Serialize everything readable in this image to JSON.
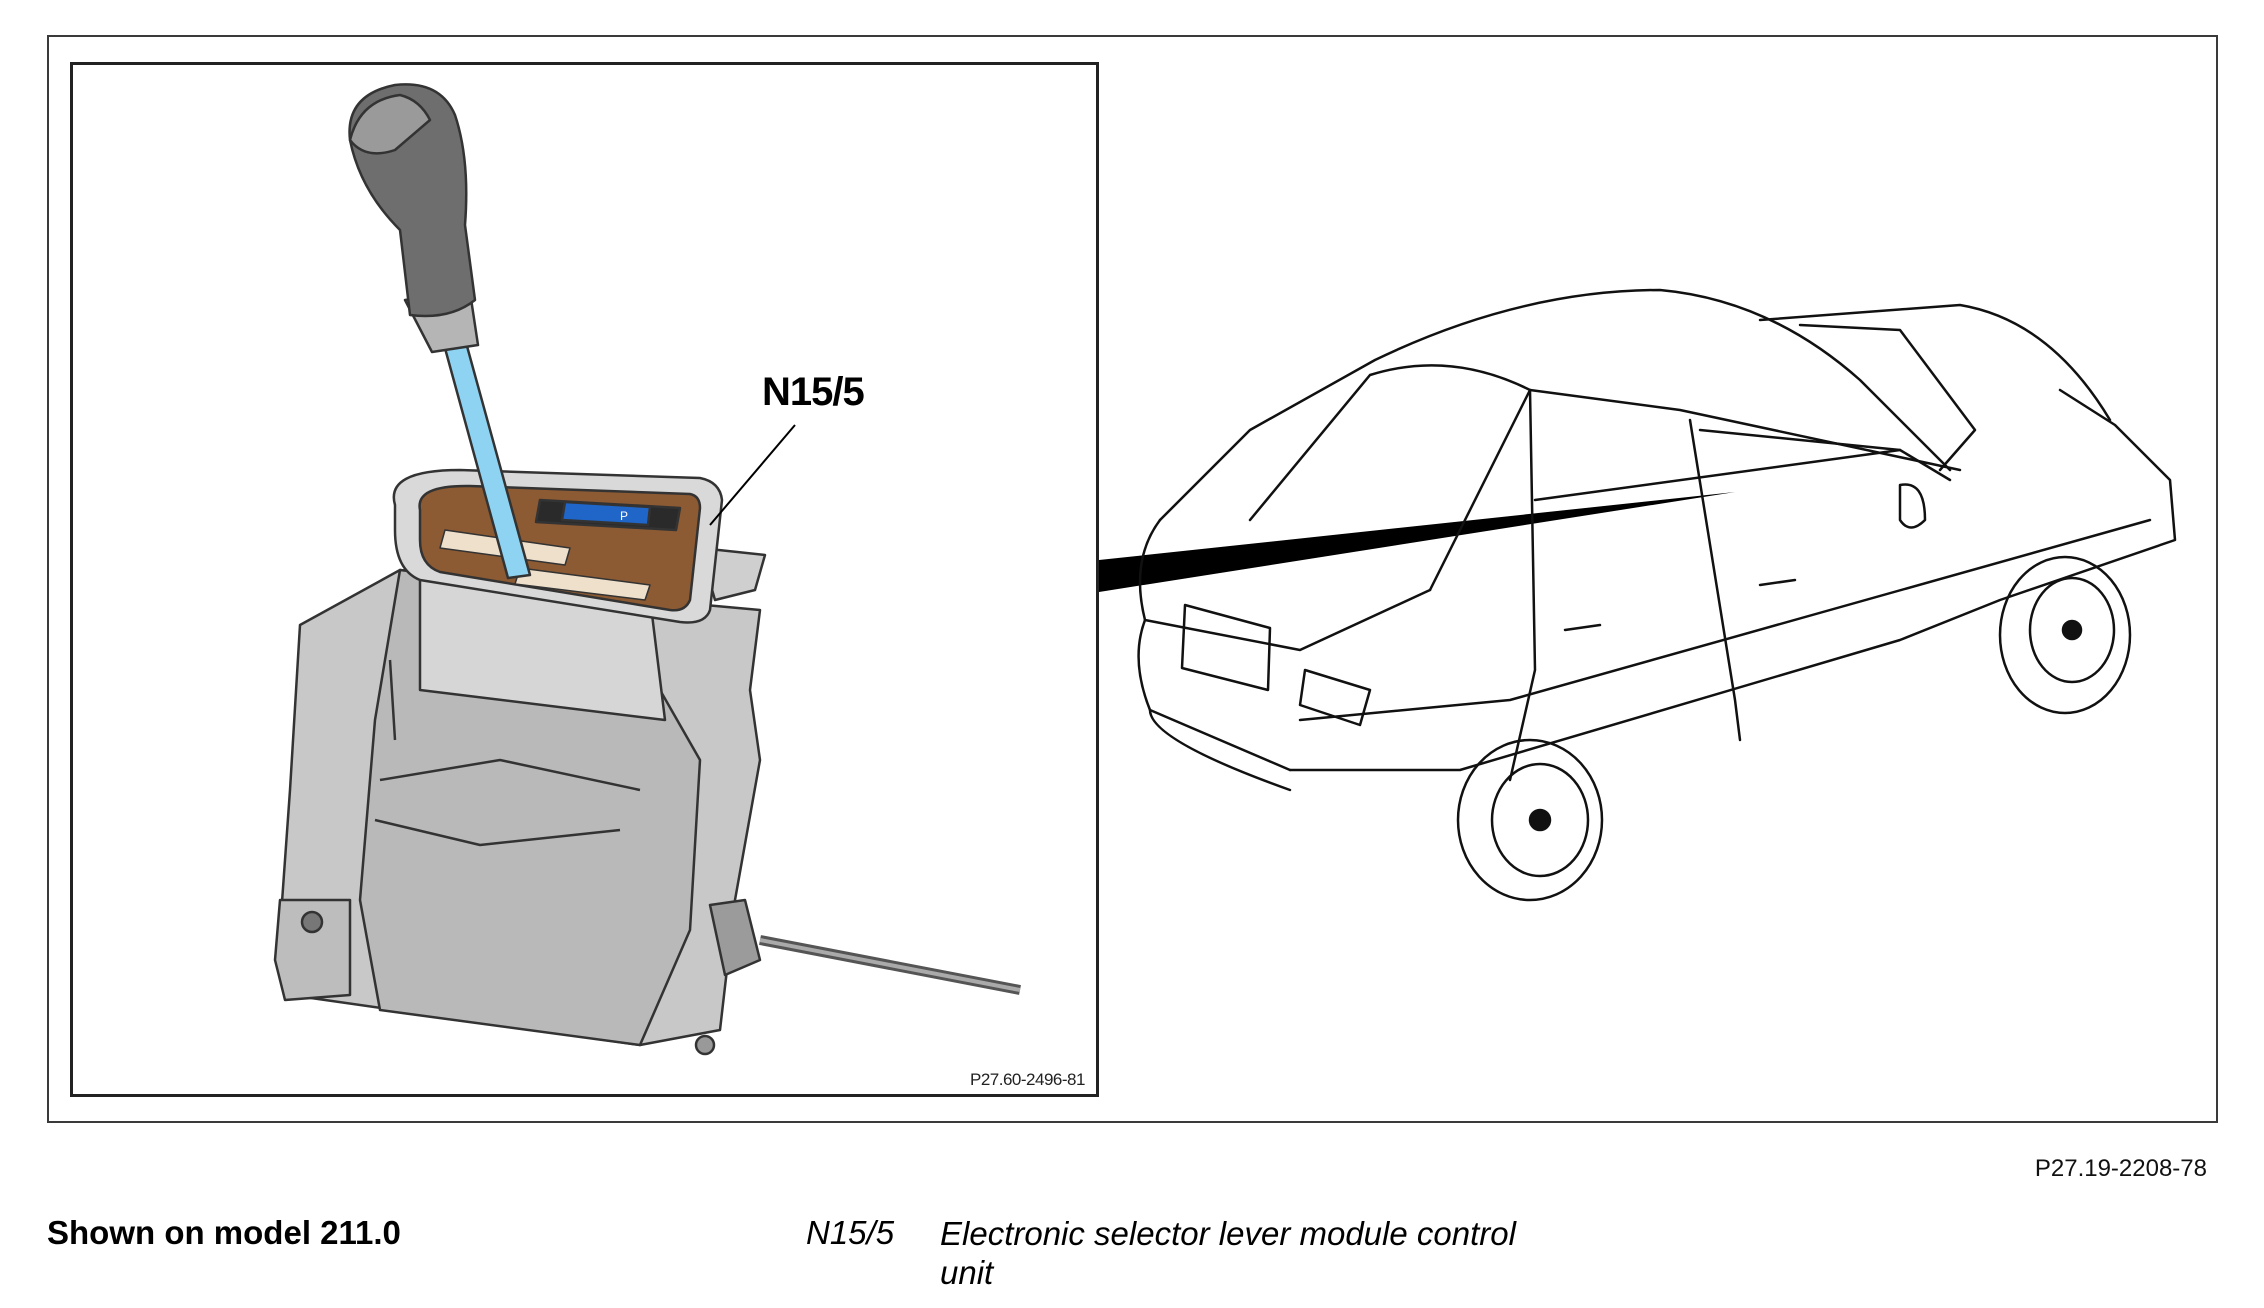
{
  "figure": {
    "callout_label": "N15/5",
    "detail_ref": "P27.60-2496-81",
    "figure_ref": "P27.19-2208-78"
  },
  "caption": {
    "model_note": "Shown on model 211.0",
    "legend": [
      {
        "code": "N15/5",
        "description": "Electronic selector lever module control unit"
      }
    ]
  },
  "colors": {
    "lever_shaft": "#8fd3f3",
    "trim_plate": "#8c5a33",
    "display_blue": "#1f66c8",
    "housing_gray": "#c8c8c8"
  }
}
